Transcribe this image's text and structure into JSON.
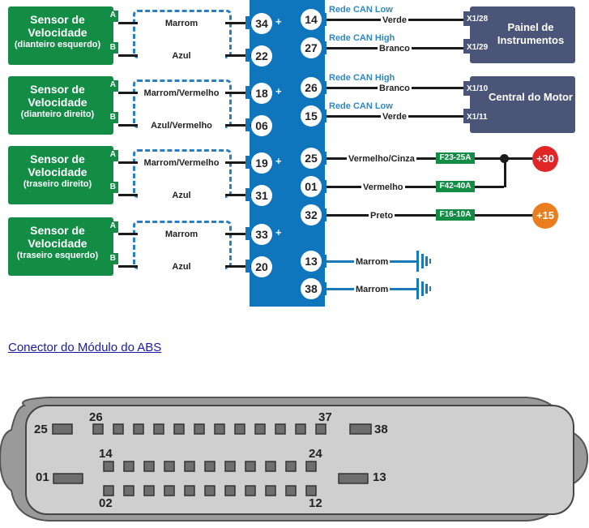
{
  "sensors": [
    {
      "title": "Sensor de Velocidade",
      "subtitle": "(dianteiro esquerdo)",
      "pin_a": "A",
      "pin_b": "B",
      "wire_a": "Marrom",
      "wire_b": "Azul",
      "ecu_a": "34",
      "ecu_b": "22"
    },
    {
      "title": "Sensor de Velocidade",
      "subtitle": "(dianteiro direito)",
      "pin_a": "A",
      "pin_b": "B",
      "wire_a": "Marrom/Vermelho",
      "wire_b": "Azul/Vermelho",
      "ecu_a": "18",
      "ecu_b": "06"
    },
    {
      "title": "Sensor de Velocidade",
      "subtitle": "(traseiro direito)",
      "pin_a": "A",
      "pin_b": "B",
      "wire_a": "Marrom/Vermelho",
      "wire_b": "Azul",
      "ecu_a": "19",
      "ecu_b": "31"
    },
    {
      "title": "Sensor de Velocidade",
      "subtitle": "(traseiro esquerdo)",
      "pin_a": "A",
      "pin_b": "B",
      "wire_a": "Marrom",
      "wire_b": "Azul",
      "ecu_a": "33",
      "ecu_b": "20"
    }
  ],
  "plus_sign": "+",
  "can_connections": [
    {
      "pin": "14",
      "network": "Rede CAN Low",
      "wire": "Verde",
      "terminal": "X1/28"
    },
    {
      "pin": "27",
      "network": "Rede CAN High",
      "wire": "Branco",
      "terminal": "X1/29"
    },
    {
      "pin": "26",
      "network": "Rede CAN High",
      "wire": "Branco",
      "terminal": "X1/10"
    },
    {
      "pin": "15",
      "network": "Rede CAN Low",
      "wire": "Verde",
      "terminal": "X1/11"
    }
  ],
  "modules": [
    {
      "name": "Painel de Instrumentos"
    },
    {
      "name": "Central do Motor"
    }
  ],
  "power_connections": [
    {
      "pin": "25",
      "wire": "Vermelho/Cinza",
      "fuse": "F23-25A"
    },
    {
      "pin": "01",
      "wire": "Vermelho",
      "fuse": "F42-40A"
    },
    {
      "pin": "32",
      "wire": "Preto",
      "fuse": "F16-10A"
    }
  ],
  "supplies": [
    {
      "label": "+30",
      "color": "#e02626"
    },
    {
      "label": "+15",
      "color": "#ea7d1e"
    }
  ],
  "ground_connections": [
    {
      "pin": "13",
      "wire": "Marrom"
    },
    {
      "pin": "38",
      "wire": "Marrom"
    }
  ],
  "link_text": "Conector do Módulo do ABS",
  "connector": {
    "labels": {
      "p25": "25",
      "p26": "26",
      "p37": "37",
      "p38": "38",
      "p14": "14",
      "p24": "24",
      "p01": "01",
      "p13": "13",
      "p02": "02",
      "p12": "12"
    },
    "top_row_pins": 12,
    "middle_row_pins": 11,
    "bottom_row_pins": 11
  }
}
